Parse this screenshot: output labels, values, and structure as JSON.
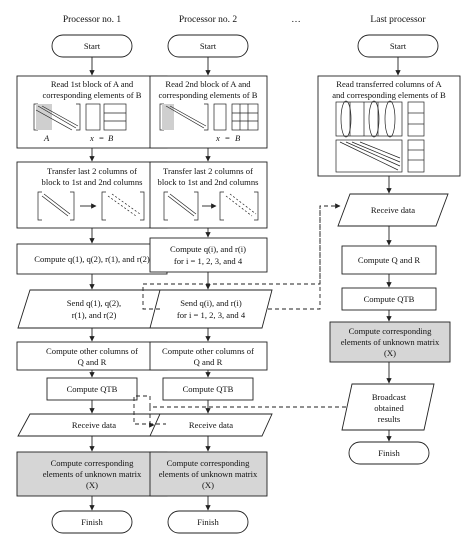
{
  "headers": {
    "p1": "Processor no. 1",
    "p2": "Processor no. 2",
    "dots": "…",
    "p3": "Last processor"
  },
  "col1": {
    "start": "Start",
    "read_l1": "Read 1st block of A and",
    "read_l2": "corresponding elements of B",
    "mat_A": "A",
    "mat_x": "x",
    "mat_eq": "=",
    "mat_B": "B",
    "transfer_l1": "Transfer last 2 columns of",
    "transfer_l2": "block to 1st and 2nd columns",
    "compute_qr": "Compute q(1), q(2), r(1), and r(2)",
    "send_l1": "Send q(1), q(2),",
    "send_l2": "r(1), and r(2)",
    "other_l1": "Compute other columns of",
    "other_l2": "Q and R",
    "qtb": "Compute QTB",
    "receive": "Receive data",
    "corr_l1": "Compute corresponding",
    "corr_l2": "elements of unknown matrix",
    "corr_l3": "(X)",
    "finish": "Finish"
  },
  "col2": {
    "start": "Start",
    "read_l1": "Read 2nd block of A and",
    "read_l2": "corresponding elements of B",
    "mat_eq": "=",
    "mat_x": "x",
    "mat_B": "B",
    "transfer_l1": "Transfer last 2 columns of",
    "transfer_l2": "block to 1st and 2nd columns",
    "compute_l1": "Compute q(i), and r(i)",
    "compute_l2": "for i = 1, 2, 3, and 4",
    "send_l1": "Send q(i), and r(i)",
    "send_l2": "for i = 1, 2, 3, and 4",
    "other_l1": "Compute other columns of",
    "other_l2": "Q and R",
    "qtb": "Compute QTB",
    "receive": "Receive data",
    "corr_l1": "Compute corresponding",
    "corr_l2": "elements of unknown matrix",
    "corr_l3": "(X)",
    "finish": "Finish"
  },
  "col3": {
    "start": "Start",
    "read_l1": "Read transferred columns of A",
    "read_l2": "and corresponding elements of B",
    "receive": "Receive data",
    "compute_qr": "Compute Q and R",
    "qtb": "Compute QTB",
    "corr_l1": "Compute corresponding",
    "corr_l2": "elements of unknown matrix",
    "corr_l3": "(X)",
    "broadcast_l1": "Broadcast",
    "broadcast_l2": "obtained",
    "broadcast_l3": "results",
    "finish": "Finish"
  }
}
